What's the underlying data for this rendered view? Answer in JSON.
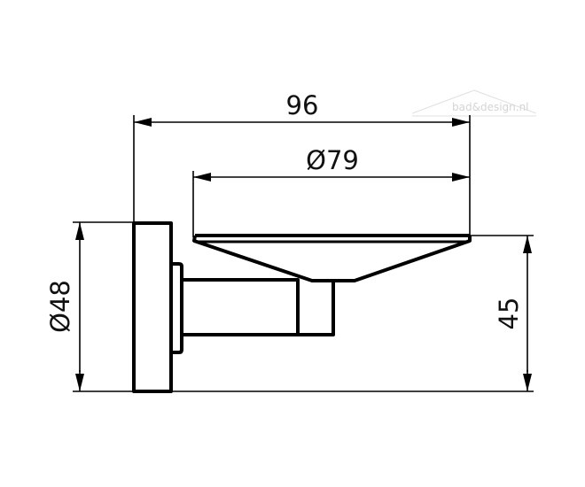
{
  "drawing": {
    "subject": "soap dish with wall mount",
    "line_color": "#000000",
    "background": "#ffffff"
  },
  "dimensions": {
    "overall_depth": "96",
    "dish_diameter": "Ø79",
    "rosette_diameter": "Ø48",
    "height": "45"
  },
  "watermark": {
    "text": "bad&design.nl",
    "color": "#d4d4d4"
  }
}
